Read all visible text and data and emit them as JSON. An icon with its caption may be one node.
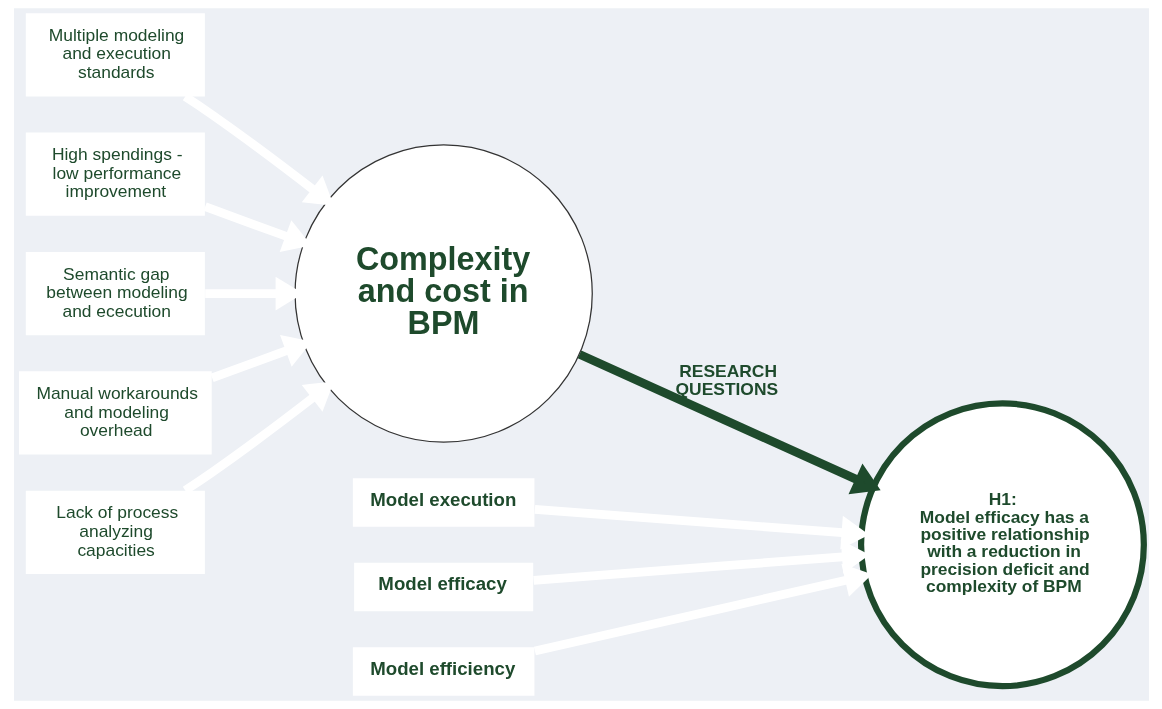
{
  "diagram": {
    "nodes": [
      {
        "text": [
          "Multiple modeling and execution standards"
        ]
      },
      {
        "text": [
          "High spendings - low performance improvement"
        ]
      },
      {
        "text": [
          "Semantic gap between modeling and ececution"
        ]
      },
      {
        "text": [
          "Complexity and cost in BPM"
        ]
      },
      {
        "text": [
          "Manual workarounds and modeling overhead"
        ]
      },
      {
        "text": [
          "Lack of process analyzing capacities"
        ]
      },
      {
        "text": [
          "Model execution"
        ]
      },
      {
        "text": [
          "Model efficacy"
        ]
      },
      {
        "text": [
          "H1:",
          "Model efficacy has a positive relationship with a reduction in precision deficit and complexity of BPM"
        ]
      },
      {
        "text": [
          "Model efficiency"
        ]
      }
    ],
    "edges": [
      {
        "from": 0,
        "to": 3,
        "arrow": "to"
      },
      {
        "from": 1,
        "to": 3,
        "arrow": "to"
      },
      {
        "from": 2,
        "to": 3,
        "arrow": "to"
      },
      {
        "from": 4,
        "to": 3,
        "arrow": "to"
      },
      {
        "from": 5,
        "to": 3,
        "arrow": "to"
      },
      {
        "from": 3,
        "to": 8,
        "arrow": "to",
        "label": "RESEARCH QUESTIONS",
        "color": "#1e4a2c"
      },
      {
        "from": 6,
        "to": 8,
        "arrow": "to"
      },
      {
        "from": 7,
        "to": 8,
        "arrow": "to"
      },
      {
        "from": 9,
        "to": 8,
        "arrow": "to"
      }
    ]
  }
}
